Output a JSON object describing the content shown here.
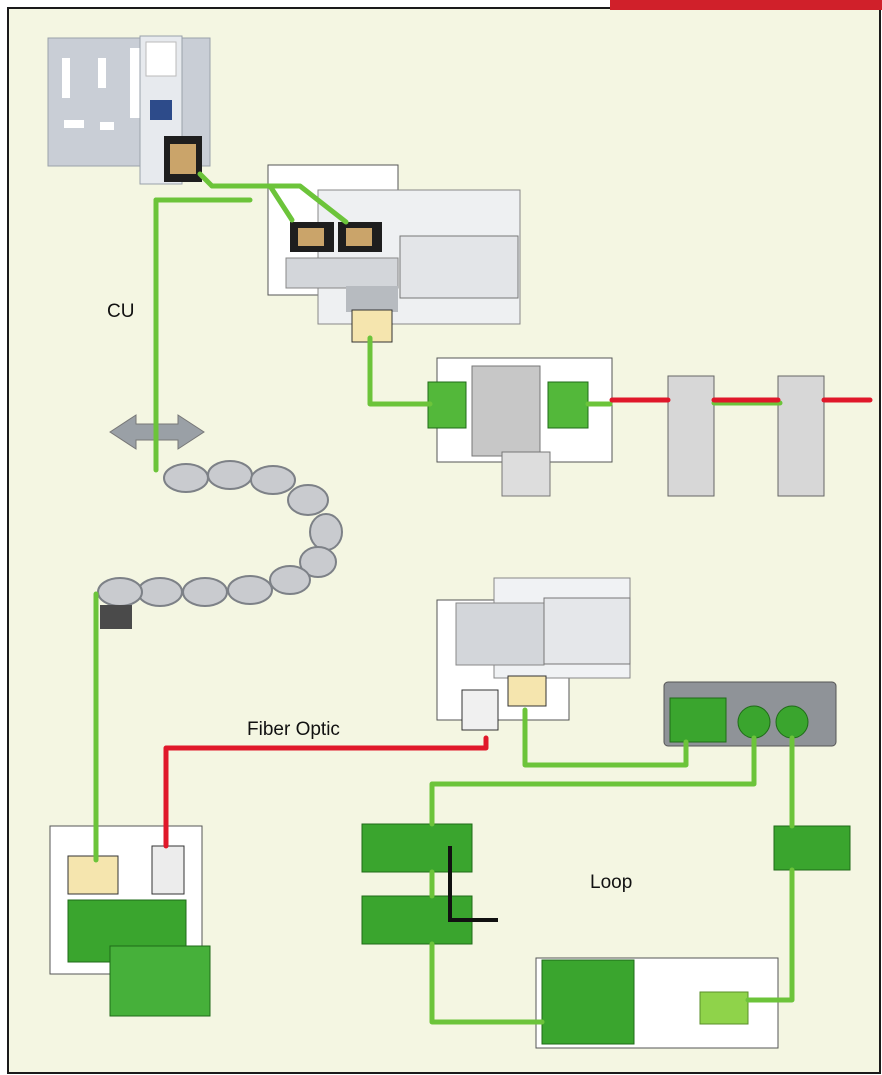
{
  "labels": {
    "cu": "CU",
    "fiber_optic": "Fiber Optic",
    "loop": "Loop"
  },
  "colors": {
    "background": "#f4f6e2",
    "frame": "#1a1a1a",
    "corner_accent": "#d0202a",
    "copper_cable": "#6cc43a",
    "fiber_cable": "#e0182a",
    "module_green": "#3aa52e",
    "module_grey": "#d7d7d7"
  },
  "icons": [
    "controller-icon",
    "io-rack-icon",
    "bus-coupler-icon",
    "double-arrow-icon",
    "cable-carrier-icon",
    "connector-plug-icon",
    "field-module-icon",
    "hub-icon"
  ]
}
